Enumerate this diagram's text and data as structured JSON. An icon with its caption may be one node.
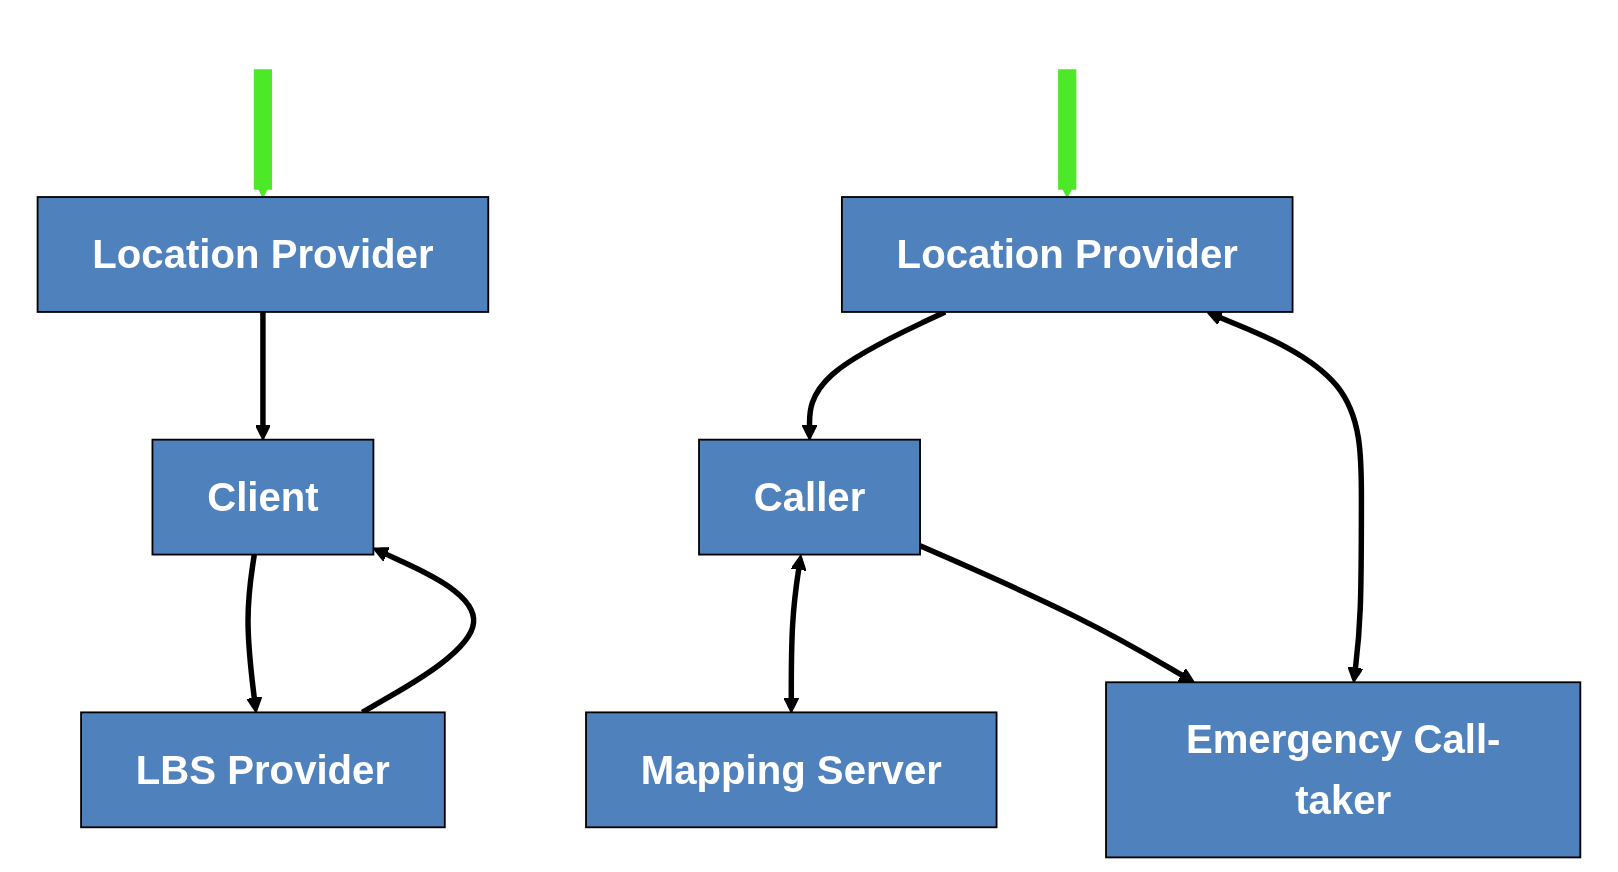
{
  "diagram": {
    "nodes": [
      {
        "text": [
          "Location Provider"
        ]
      },
      {
        "text": [
          "LBS Provider"
        ]
      },
      {
        "text": [
          "Client"
        ]
      },
      {
        "text": [
          "Location Provider"
        ]
      },
      {
        "text": [
          "Mapping Server"
        ]
      },
      {
        "text": [
          "Caller"
        ]
      },
      {
        "text": [
          "Emergency Call-taker"
        ]
      }
    ],
    "edges": [
      {
        "from": 0,
        "to": 2,
        "arrow": "to"
      },
      {
        "from": 2,
        "to": 1,
        "arrow": "to"
      },
      {
        "from": 1,
        "to": 2,
        "arrow": "to"
      },
      {
        "from": 3,
        "to": 5,
        "arrow": "to"
      },
      {
        "from": 3,
        "to": 6,
        "arrow": "both"
      },
      {
        "from": 5,
        "to": 4,
        "arrow": "both"
      },
      {
        "from": 5,
        "to": 6,
        "arrow": "to"
      },
      {
        "from": null,
        "to": 0,
        "arrow": "to",
        "style": "thick",
        "color": "#4de827"
      },
      {
        "from": null,
        "to": 3,
        "arrow": "to",
        "style": "thick",
        "color": "#4de827"
      }
    ]
  }
}
